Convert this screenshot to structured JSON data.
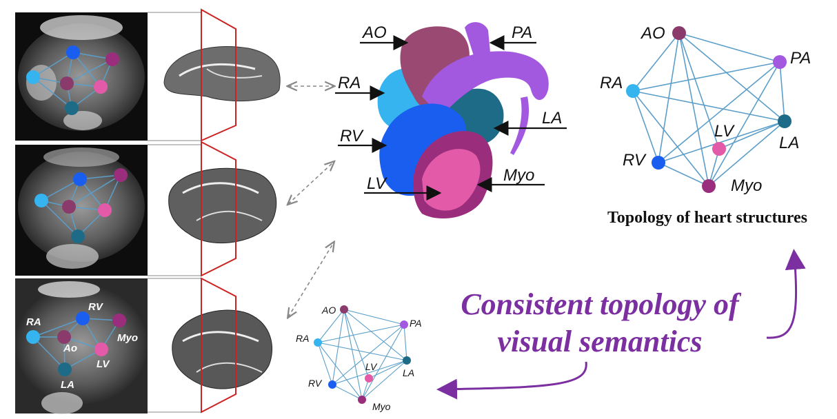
{
  "colors": {
    "AO": "#8a3b6c",
    "PA": "#a259e0",
    "RA": "#36b4f0",
    "LA": "#1d6b87",
    "RV": "#1a5ef0",
    "LV": "#e35aa8",
    "Myo": "#9a2e7d",
    "edge": "#5b9ec9",
    "accent": "#7b2fa0",
    "frame": "#cc2222"
  },
  "heart_labels": {
    "ao": "AO",
    "pa": "PA",
    "ra": "RA",
    "la": "LA",
    "rv": "RV",
    "lv": "LV",
    "myo": "Myo"
  },
  "big_graph": {
    "title": "Topology of heart structures",
    "nodes": [
      {
        "id": "AO",
        "label": "AO",
        "color": "#8a3b6c"
      },
      {
        "id": "PA",
        "label": "PA",
        "color": "#a259e0"
      },
      {
        "id": "RA",
        "label": "RA",
        "color": "#36b4f0"
      },
      {
        "id": "LA",
        "label": "LA",
        "color": "#1d6b87"
      },
      {
        "id": "LV",
        "label": "LV",
        "color": "#e35aa8"
      },
      {
        "id": "RV",
        "label": "RV",
        "color": "#1a5ef0"
      },
      {
        "id": "Myo",
        "label": "Myo",
        "color": "#9a2e7d"
      }
    ],
    "edges": [
      [
        "AO",
        "PA"
      ],
      [
        "AO",
        "RA"
      ],
      [
        "AO",
        "LA"
      ],
      [
        "AO",
        "LV"
      ],
      [
        "AO",
        "RV"
      ],
      [
        "AO",
        "Myo"
      ],
      [
        "PA",
        "RA"
      ],
      [
        "PA",
        "LA"
      ],
      [
        "PA",
        "RV"
      ],
      [
        "PA",
        "Myo"
      ],
      [
        "RA",
        "LA"
      ],
      [
        "RA",
        "RV"
      ],
      [
        "RA",
        "Myo"
      ],
      [
        "LA",
        "LV"
      ],
      [
        "LA",
        "RV"
      ],
      [
        "LA",
        "Myo"
      ],
      [
        "LV",
        "Myo"
      ],
      [
        "RV",
        "Myo"
      ]
    ]
  },
  "small_graph": {
    "nodes": [
      {
        "id": "AO",
        "label": "AO",
        "color": "#8a3b6c"
      },
      {
        "id": "PA",
        "label": "PA",
        "color": "#a259e0"
      },
      {
        "id": "RA",
        "label": "RA",
        "color": "#36b4f0"
      },
      {
        "id": "LA",
        "label": "LA",
        "color": "#1d6b87"
      },
      {
        "id": "LV",
        "label": "LV",
        "color": "#e35aa8"
      },
      {
        "id": "RV",
        "label": "RV",
        "color": "#1a5ef0"
      },
      {
        "id": "Myo",
        "label": "Myo",
        "color": "#9a2e7d"
      }
    ]
  },
  "ct_slice3_labels": {
    "ra": "RA",
    "rv": "RV",
    "myo": "Myo",
    "ao": "Ao",
    "lv": "LV",
    "la": "LA"
  },
  "caption": {
    "line1": "Consistent topology of",
    "line2": "visual semantics"
  }
}
